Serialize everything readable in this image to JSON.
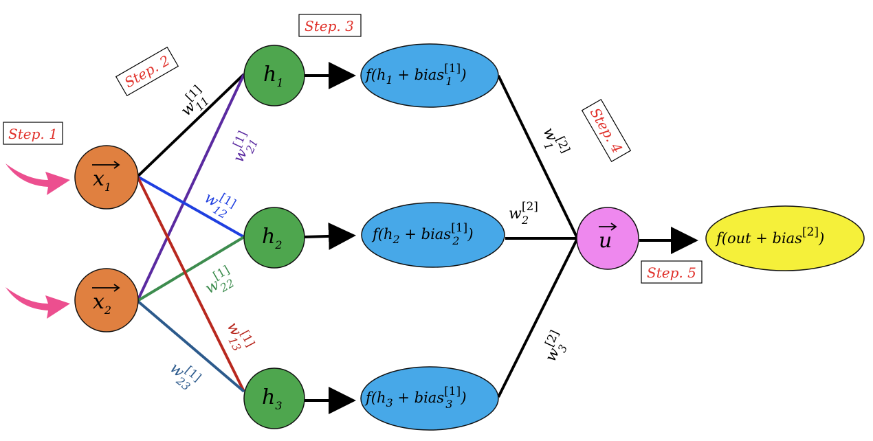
{
  "colors": {
    "input_node": "#e08040",
    "hidden_node": "#4ea64e",
    "activation_ellipse": "#47a8e8",
    "output_node": "#ee88ee",
    "final_ellipse": "#f5f03a",
    "arrow_pink": "#ec4f8f",
    "step_text": "#e0302a",
    "w11": "#000000",
    "w21": "#5a2aa0",
    "w12": "#1f3fe0",
    "w22": "#3d8c4e",
    "w13": "#b8281f",
    "w23": "#2c5a8c"
  },
  "steps": {
    "step1": "Step. 1",
    "step2": "Step. 2",
    "step3": "Step. 3",
    "step4": "Step. 4",
    "step5": "Step. 5"
  },
  "inputs": {
    "x1": {
      "base": "x",
      "sub": "1"
    },
    "x2": {
      "base": "x",
      "sub": "2"
    }
  },
  "hidden": {
    "h1": {
      "base": "h",
      "sub": "1"
    },
    "h2": {
      "base": "h",
      "sub": "2"
    },
    "h3": {
      "base": "h",
      "sub": "3"
    }
  },
  "activations": {
    "a1": {
      "pre": "f(h",
      "sub1": "1",
      "mid": " + bias",
      "sup": "[1]",
      "sub2": "1",
      "post": ")"
    },
    "a2": {
      "pre": "f(h",
      "sub1": "2",
      "mid": " + bias",
      "sup": "[1]",
      "sub2": "2",
      "post": ")"
    },
    "a3": {
      "pre": "f(h",
      "sub1": "3",
      "mid": " + bias",
      "sup": "[1]",
      "sub2": "3",
      "post": ")"
    }
  },
  "output": {
    "base": "u"
  },
  "final": {
    "pre": "f(out + bias",
    "sup": "[2]",
    "post": ")"
  },
  "weights_layer1": {
    "w11": {
      "base": "w",
      "sup": "[1]",
      "sub": "11"
    },
    "w21": {
      "base": "w",
      "sup": "[1]",
      "sub": "21"
    },
    "w12": {
      "base": "w",
      "sup": "[1]",
      "sub": "12"
    },
    "w22": {
      "base": "w",
      "sup": "[1]",
      "sub": "22"
    },
    "w13": {
      "base": "w",
      "sup": "[1]",
      "sub": "13"
    },
    "w23": {
      "base": "w",
      "sup": "[1]",
      "sub": "23"
    }
  },
  "weights_layer2": {
    "w1": {
      "base": "w",
      "sup": "[2]",
      "sub": "1"
    },
    "w2": {
      "base": "w",
      "sup": "[2]",
      "sub": "2"
    },
    "w3": {
      "base": "w",
      "sup": "[2]",
      "sub": "3"
    }
  }
}
